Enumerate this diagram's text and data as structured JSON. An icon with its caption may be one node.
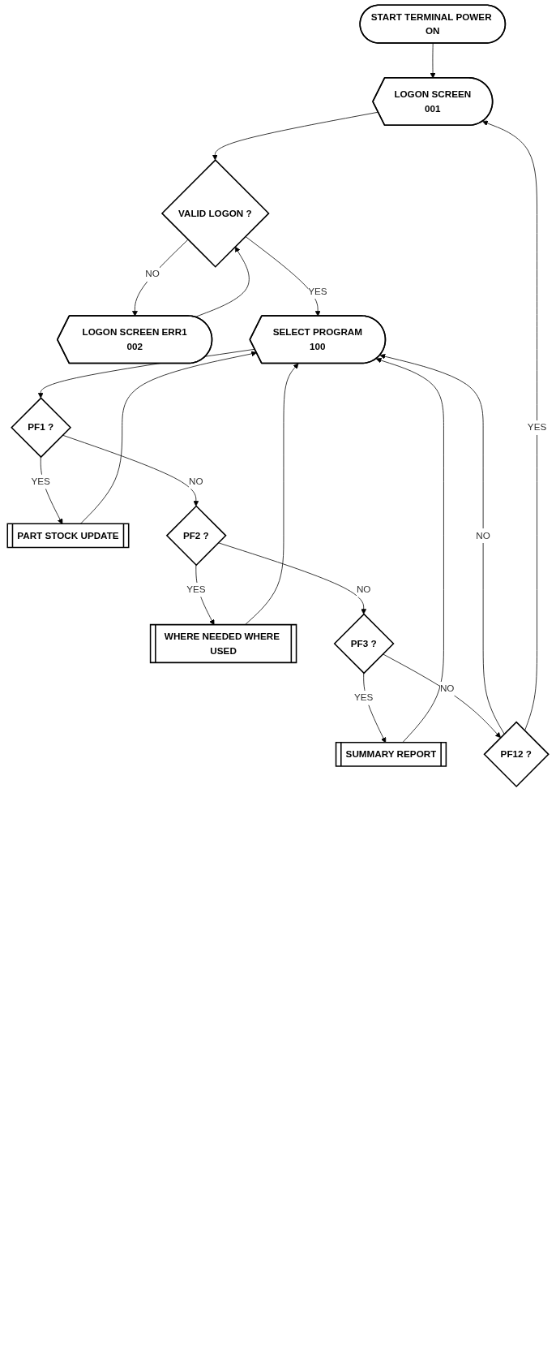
{
  "diagram": {
    "nodes": [
      {
        "text": [
          "START TERMINAL POWER ON"
        ]
      },
      {
        "text": [
          "LOGON SCREEN",
          "001"
        ]
      },
      {
        "text": [
          "VALID LOGON ?"
        ]
      },
      {
        "text": [
          "LOGON SCREEN ERR1",
          "002"
        ]
      },
      {
        "text": [
          "SELECT PROGRAM",
          "100"
        ]
      },
      {
        "text": [
          "PF1 ?"
        ]
      },
      {
        "text": [
          "PART STOCK UPDATE"
        ]
      },
      {
        "text": [
          "PF2 ?"
        ]
      },
      {
        "text": [
          "WHERE NEEDED WHERE USED"
        ]
      },
      {
        "text": [
          "PF3 ?"
        ]
      },
      {
        "text": [
          "SUMMARY REPORT"
        ]
      },
      {
        "text": [
          "PF12 ?"
        ]
      }
    ],
    "edges": [
      {
        "from": 0,
        "to": 1,
        "arrow": "to"
      },
      {
        "from": 1,
        "to": 2,
        "arrow": "to"
      },
      {
        "from": 2,
        "to": 3,
        "label": "NO",
        "arrow": "to"
      },
      {
        "from": 3,
        "to": 2,
        "arrow": "to"
      },
      {
        "from": 2,
        "to": 4,
        "label": "YES",
        "arrow": "to"
      },
      {
        "from": 4,
        "to": 5,
        "arrow": "to"
      },
      {
        "from": 5,
        "to": 6,
        "label": "YES",
        "arrow": "to"
      },
      {
        "from": 5,
        "to": 7,
        "label": "NO",
        "arrow": "to"
      },
      {
        "from": 6,
        "to": 4,
        "arrow": "to"
      },
      {
        "from": 7,
        "to": 8,
        "label": "YES",
        "arrow": "to"
      },
      {
        "from": 7,
        "to": 9,
        "label": "NO",
        "arrow": "to"
      },
      {
        "from": 8,
        "to": 4,
        "arrow": "to"
      },
      {
        "from": 9,
        "to": 10,
        "label": "YES",
        "arrow": "to"
      },
      {
        "from": 9,
        "to": 11,
        "label": "NO",
        "arrow": "to"
      },
      {
        "from": 10,
        "to": 4,
        "arrow": "to"
      },
      {
        "from": 11,
        "to": 4,
        "label": "NO",
        "arrow": "to"
      },
      {
        "from": 11,
        "to": 1,
        "label": "YES",
        "arrow": "to"
      }
    ]
  }
}
